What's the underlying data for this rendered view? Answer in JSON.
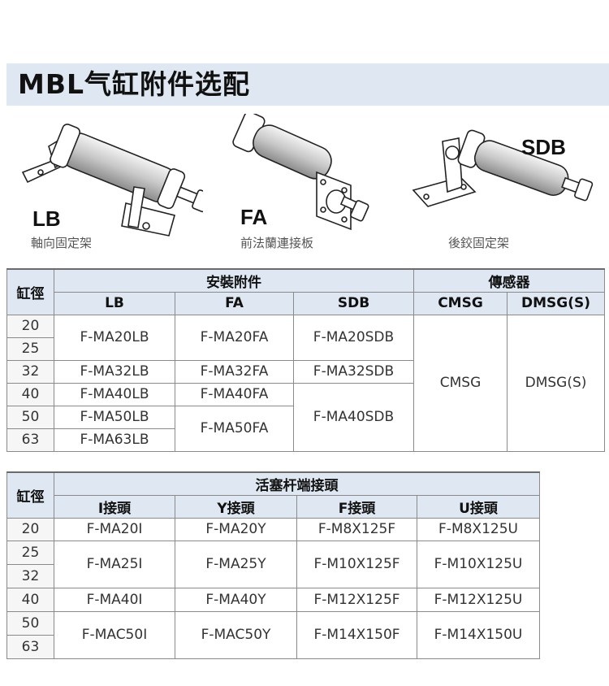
{
  "banner": {
    "title": "MBL气缸附件选配"
  },
  "accessories": [
    {
      "code": "LB",
      "desc": "軸向固定架"
    },
    {
      "code": "FA",
      "desc": "前法蘭連接板"
    },
    {
      "code": "SDB",
      "desc": "後鉸固定架"
    }
  ],
  "mount_table": {
    "bore_header": "缸徑",
    "group_mount": "安裝附件",
    "group_sensor": "傳感器",
    "columns": [
      "LB",
      "FA",
      "SDB",
      "CMSG",
      "DMSG(S)"
    ],
    "bores": [
      "20",
      "25",
      "32",
      "40",
      "50",
      "63"
    ],
    "lb": [
      "F-MA20LB",
      "F-MA32LB",
      "F-MA40LB",
      "F-MA50LB",
      "F-MA63LB"
    ],
    "fa": [
      "F-MA20FA",
      "F-MA32FA",
      "F-MA40FA",
      "F-MA50FA"
    ],
    "sdb": [
      "F-MA20SDB",
      "F-MA32SDB",
      "F-MA40SDB"
    ],
    "cmsg": "CMSG",
    "dmsg": "DMSG(S)"
  },
  "rod_table": {
    "bore_header": "缸徑",
    "group": "活塞杆端接頭",
    "columns": [
      "I接頭",
      "Y接頭",
      "F接頭",
      "U接頭"
    ],
    "bores": [
      "20",
      "25",
      "32",
      "40",
      "50",
      "63"
    ],
    "rows": [
      [
        "F-MA20I",
        "F-MA20Y",
        "F-M8X125F",
        "F-M8X125U"
      ],
      [
        "F-MA25I",
        "F-MA25Y",
        "F-M10X125F",
        "F-M10X125U"
      ],
      [
        "F-MA40I",
        "F-MA40Y",
        "F-M12X125F",
        "F-M12X125U"
      ],
      [
        "F-MAC50I",
        "F-MAC50Y",
        "F-M14X150F",
        "F-M14X150U"
      ]
    ]
  }
}
